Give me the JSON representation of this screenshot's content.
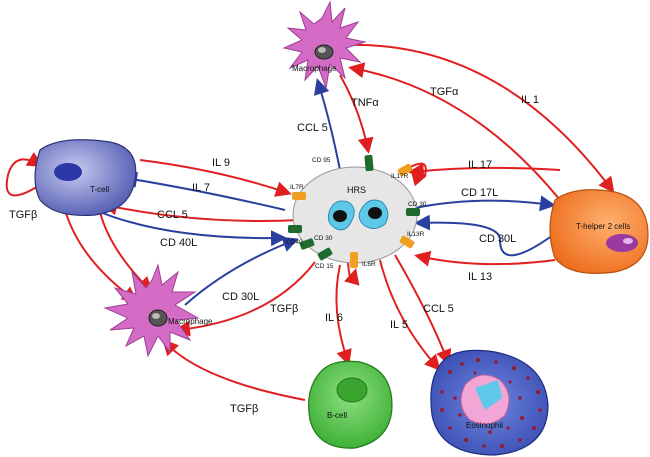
{
  "cells": {
    "hrs": "HRS",
    "t_cell": "T-cell",
    "macrophage_top": "Macrophage",
    "macrophage_left": "Macrophage",
    "t_helper2": "T-helper 2 cells",
    "b_cell": "B-cell",
    "eosinophil": "Eosinophil"
  },
  "receptors": {
    "cd95": "CD 95",
    "il7r": "IL7R",
    "il17r": "IL17R",
    "cd30_right": "CD 30",
    "il13r": "IL13R",
    "il6r": "IL6R",
    "cd15": "CD 15",
    "cd30_left": "CD 30",
    "cd40": "CD40"
  },
  "signals": {
    "tnfa": "TNFα",
    "ccl5_top": "CCL 5",
    "tgfa": "TGFα",
    "il1": "IL 1",
    "il9": "IL 9",
    "il7": "IL 7",
    "ccl5_left": "CCL 5",
    "cd40l": "CD 40L",
    "tgfb_loop": "TGFβ",
    "il17": "IL 17",
    "cd17l": "CD 17L",
    "cd30l_right": "CD 30L",
    "il13": "IL 13",
    "cd30l_left": "CD 30L",
    "tgfb_mid": "TGFβ",
    "il6": "IL 6",
    "il5": "IL 5",
    "ccl5_bottom": "CCL 5",
    "tgfb_bottom": "TGFβ"
  },
  "colors": {
    "red_arrow": "#e02020",
    "blue_arrow": "#2b3f9e",
    "macrophage": "#d46cc6",
    "t_cell": "#5a64b8",
    "t_helper2": "#f07a2a",
    "b_cell": "#46b93c",
    "eosinophil": "#3e55b8",
    "hrs": "#e6e6e6",
    "hrs_nucleus": "#5ec8e8",
    "receptor_green": "#1f6b2e",
    "receptor_orange": "#f0a020"
  }
}
